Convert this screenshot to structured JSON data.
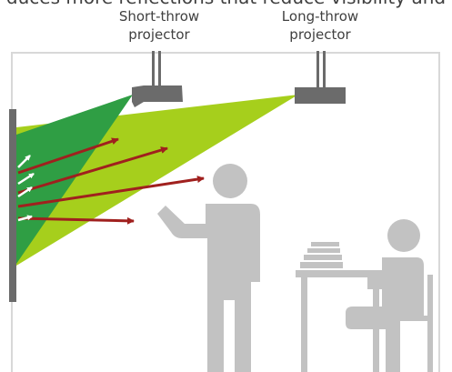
{
  "caption_fragment": "duces more reflections that reduce visibility and",
  "labels": {
    "short_throw": {
      "line1": "Short-throw",
      "line2": "projector"
    },
    "long_throw": {
      "line1": "Long-throw",
      "line2": "projector"
    }
  },
  "colors": {
    "room_outline": "#d8d8d8",
    "projector": "#6b6b6b",
    "screen": "#6b6b6b",
    "short_beam": "#2f9e44",
    "long_beam": "#a6cf1c",
    "glare_arrow": "#a0201e",
    "reflection_arrow": "#ffffff",
    "person": "#c2c2c2",
    "text": "#404040"
  }
}
